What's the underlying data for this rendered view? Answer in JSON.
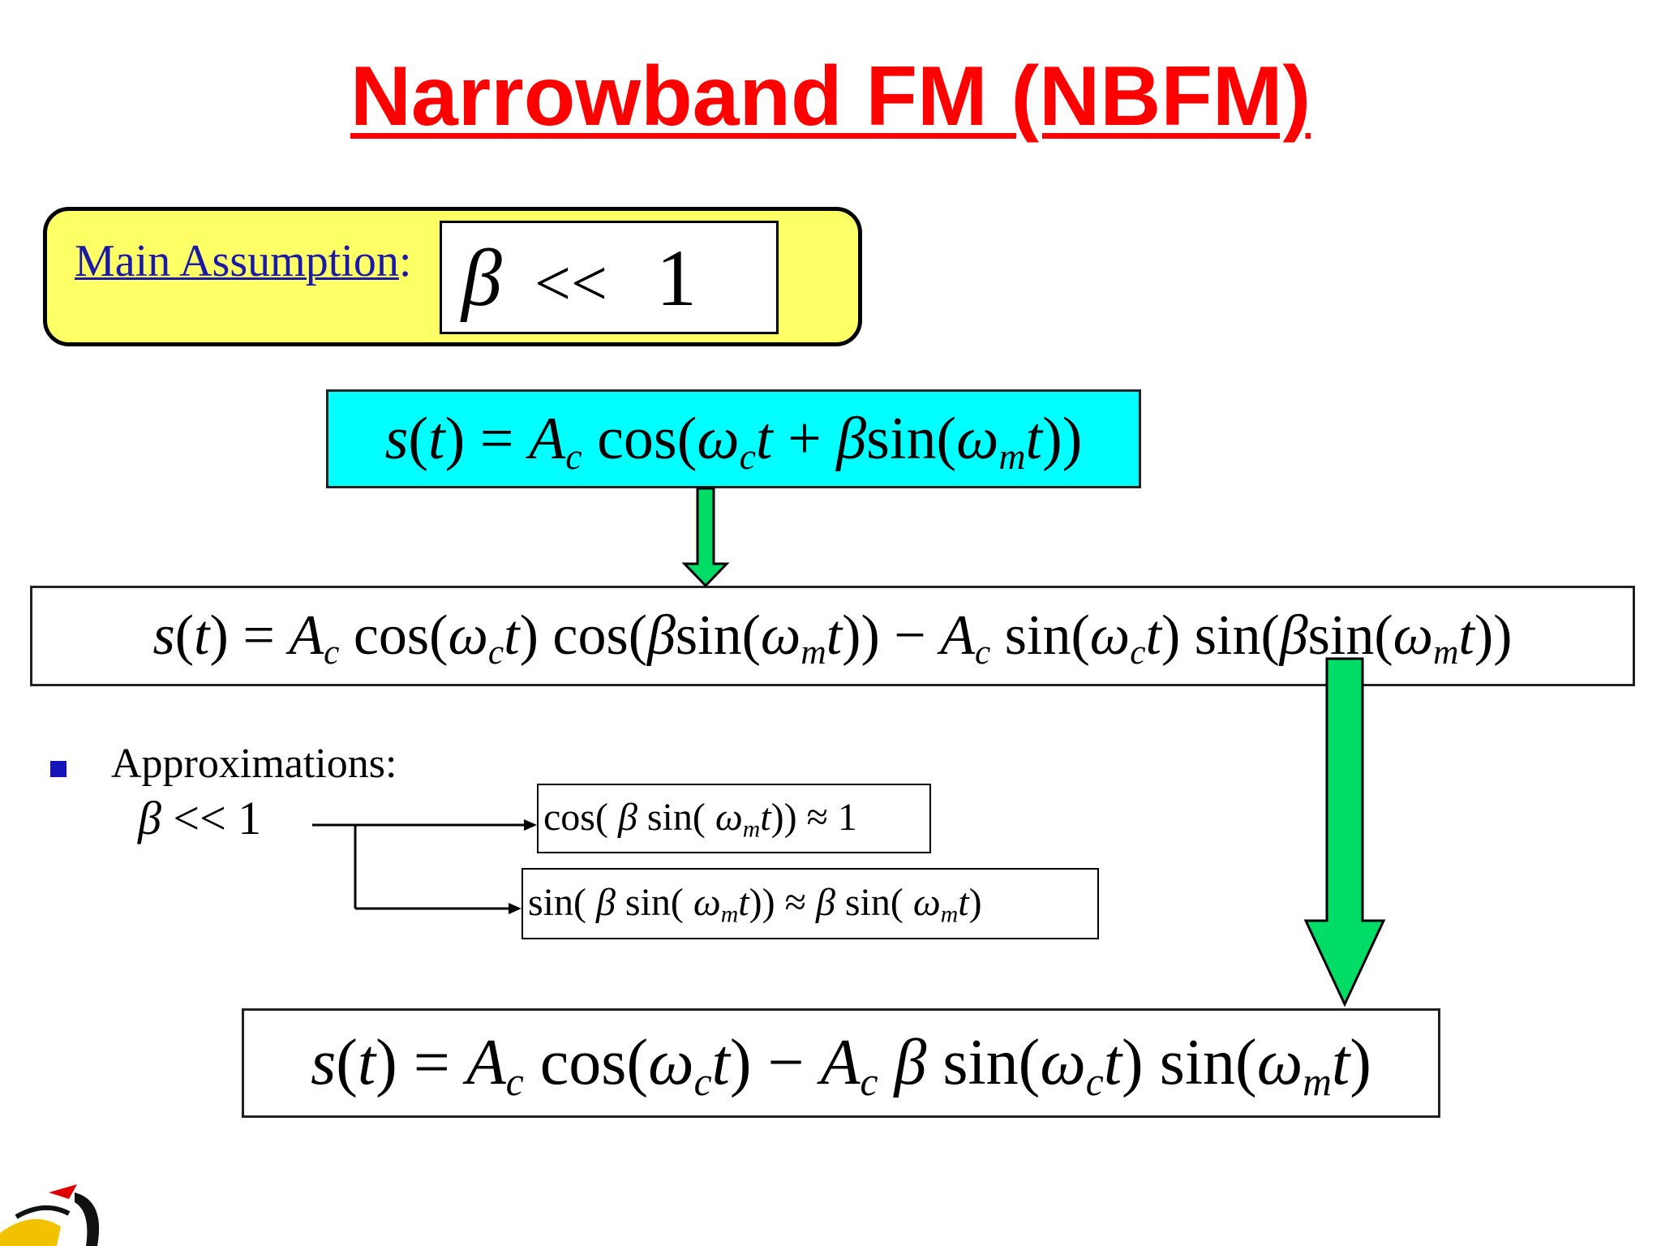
{
  "slide": {
    "title": "Narrowband FM (NBFM)"
  },
  "assumption": {
    "label": "Main Assumption",
    "colon": ":",
    "beta": "β",
    "relation": "<<",
    "one": "1"
  },
  "equations": {
    "eq1": {
      "s": "s",
      "lp": "(",
      "t": "t",
      "rp": ")",
      "eq": " = ",
      "A": "A",
      "c": "c",
      "cos": " cos(",
      "w": "ω",
      "t2": "t",
      "plus": " + ",
      "beta": "β",
      "sin": "sin(",
      "w2": "ω",
      "m": "m",
      "t3": "t",
      "close": "))"
    },
    "eq2": {
      "s": "s",
      "lp": "(",
      "t": "t",
      "rp": ")",
      "eq": " = ",
      "A": "A",
      "c": "c",
      "cos": " cos(",
      "w": "ω",
      "t2": "t",
      "cos2": ") cos(",
      "beta": "β",
      "sin": "sin(",
      "w2": "ω",
      "m": "m",
      "t3": "t",
      "close": ")) − ",
      "A2": "A",
      "c2": "c",
      "sin2": " sin(",
      "w3": "ω",
      "t4": "t",
      "sin3": ") sin(",
      "beta2": "β",
      "sin4": "sin(",
      "w4": "ω",
      "m2": "m",
      "t5": "t",
      "close2": "))"
    },
    "eq3": {
      "s": "s",
      "lp": "(",
      "t": "t",
      "rp": ")",
      "eq": " = ",
      "A": "A",
      "c": "c",
      "cos": " cos(",
      "w": "ω",
      "t2": "t",
      "minus": ") − ",
      "A2": "A",
      "c2": "c",
      "beta": " β",
      "sin": " sin(",
      "w2": "ω",
      "t3": "t",
      "sin2": ") sin(",
      "w3": "ω",
      "m": "m",
      "t4": "t",
      "close": ")"
    }
  },
  "approximations": {
    "label": "Approximations:",
    "condition": {
      "beta": "β",
      "rest": " << 1"
    },
    "approx1": {
      "pre": "cos(",
      "beta": " β",
      "sin": " sin(",
      "w": " ω",
      "m": "m",
      "t": "t",
      "post": ")) ≈ 1"
    },
    "approx2": {
      "pre": "sin(",
      "beta": " β",
      "sin": " sin(",
      "w": " ω",
      "m": "m",
      "t": "t",
      "mid": ")) ≈ ",
      "beta2": "β",
      "sin2": " sin(",
      "w2": " ω",
      "m2": "m",
      "t2": "t",
      "post": ")"
    }
  },
  "colors": {
    "title": "#ff0000",
    "assumption_bg": "#ffff66",
    "eq1_bg": "#00ffff",
    "arrow_green": "#00dd66",
    "bullet": "#1414b8"
  },
  "icons": {
    "logo": "university-logo",
    "bullet": "square-bullet-icon"
  }
}
